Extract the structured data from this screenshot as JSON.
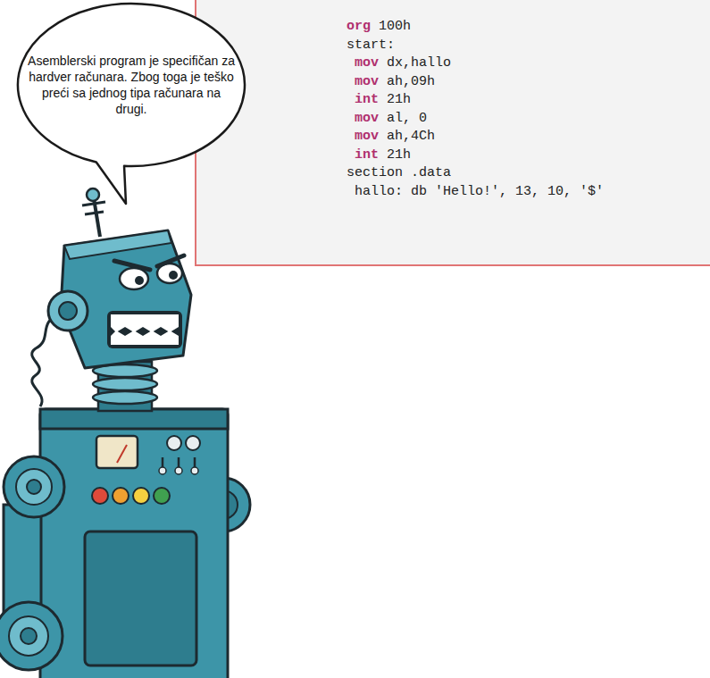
{
  "diagram": {
    "nodes": [
      {
        "text": [
          "Asemblerski program je specifičan za hardver računara. Zbog toga je teško preći sa jednog tipa računara na drugi."
        ]
      },
      {
        "text": [
          "org",
          "100h",
          "start:",
          "mov",
          "dx,hallo",
          "mov",
          "ah,09h",
          "int",
          "21h",
          "mov",
          "al, 0",
          "mov",
          "ah,4Ch",
          "int",
          "21h",
          "section .data",
          "hallo: db 'Hello!', 13, 10, '$'"
        ]
      }
    ]
  }
}
